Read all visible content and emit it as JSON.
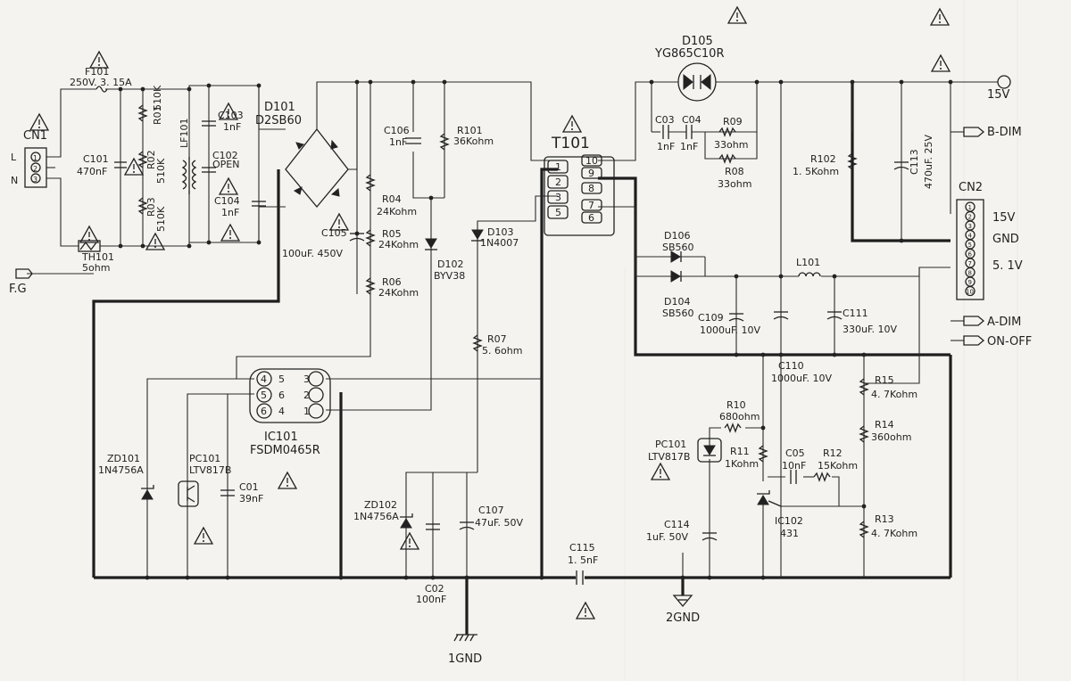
{
  "labels": {
    "cn1": "CN1",
    "cn1_l": "L",
    "cn1_n": "N",
    "fg": "F.G",
    "f101": "F101",
    "f101_val": "250V. 3. 15A",
    "c101": "C101",
    "c101_val": "470nF",
    "r01": "R01",
    "r01_val": "510K",
    "r02": "R02",
    "r02_val": "510K",
    "r03": "R03",
    "r03_val": "510K",
    "lf101": "LF101",
    "c103": "C103",
    "c103_val": "1nF",
    "c102": "C102",
    "c102_val": "OPEN",
    "c104": "C104",
    "c104_val": "1nF",
    "th101": "TH101",
    "th101_val": "5ohm",
    "d101": "D101",
    "d101_val": "D2SB60",
    "c105": "C105",
    "c105_val": "100uF. 450V",
    "r04": "R04",
    "r04_val": "24Kohm",
    "r05": "R05",
    "r05_val": "24Kohm",
    "r06": "R06",
    "r06_val": "24Kohm",
    "c106": "C106",
    "c106_val": "1nF",
    "r101": "R101",
    "r101_val": "36Kohm",
    "d102": "D102",
    "d102_val": "BYV38",
    "d103": "D103",
    "d103_val": "1N4007",
    "r07": "R07",
    "r07_val": "5. 6ohm",
    "t101": "T101",
    "d105": "D105",
    "d105_val": "YG865C10R",
    "c03": "C03",
    "c03_val": "1nF",
    "c04": "C04",
    "c04_val": "1nF",
    "r09": "R09",
    "r09_val": "33ohm",
    "r08": "R08",
    "r08_val": "33ohm",
    "out_15v": "15V",
    "r102": "R102",
    "r102_val": "1. 5Kohm",
    "c113": "C113",
    "c113_val": "470uF. 25V",
    "b_dim": "B-DIM",
    "cn2": "CN2",
    "cn2_15v": "15V",
    "cn2_gnd": "GND",
    "cn2_51v": "5. 1V",
    "a_dim": "A-DIM",
    "on_off": "ON-OFF",
    "d106": "D106",
    "d106_val": "SB560",
    "d104": "D104",
    "d104_val": "SB560",
    "l101": "L101",
    "c109": "C109",
    "c109_val": "1000uF. 10V",
    "c110": "C110",
    "c110_val": "1000uF. 10V",
    "c111": "C111",
    "c111_val": "330uF. 10V",
    "r15": "R15",
    "r15_val": "4. 7Kohm",
    "r14": "R14",
    "r14_val": "360ohm",
    "r13": "R13",
    "r13_val": "4. 7Kohm",
    "r10": "R10",
    "r10_val": "680ohm",
    "r11": "R11",
    "r11_val": "1Kohm",
    "c05": "C05",
    "c05_val": "10nF",
    "r12": "R12",
    "r12_val": "15Kohm",
    "pc101_sec": "PC101",
    "pc101_sec_val": "LTV817B",
    "ic102": "IC102",
    "ic102_val": "431",
    "c114": "C114",
    "c114_val": "1uF. 50V",
    "c115": "C115",
    "c115_val": "1. 5nF",
    "gnd2": "2GND",
    "gnd1": "1GND",
    "c02": "C02",
    "c02_val": "100nF",
    "c107": "C107",
    "c107_val": "47uF. 50V",
    "zd102": "ZD102",
    "zd102_val": "1N4756A",
    "ic101": "IC101",
    "ic101_val": "FSDM0465R",
    "zd101": "ZD101",
    "zd101_val": "1N4756A",
    "pc101_pri": "PC101",
    "pc101_pri_val": "LTV817B",
    "c01": "C01",
    "c01_val": "39nF"
  },
  "pins": {
    "cn1": [
      "1",
      "2",
      "3"
    ],
    "cn2": [
      "1",
      "2",
      "3",
      "4",
      "5",
      "6",
      "7",
      "8",
      "9",
      "10"
    ],
    "ic101_left": [
      "4",
      "5",
      "6"
    ],
    "ic101_mid": [
      "5",
      "6",
      "4"
    ],
    "ic101_right": [
      "3",
      "2",
      "1"
    ],
    "t101_left": [
      "1",
      "2",
      "3",
      "5"
    ],
    "t101_right": [
      "10",
      "9",
      "8",
      "7",
      "6"
    ]
  },
  "colors": {
    "ink": "#222222",
    "paper": "#f4f3ef"
  },
  "icons": [
    "warning-triangle-icon",
    "ground-icon",
    "terminal-circle-icon"
  ]
}
